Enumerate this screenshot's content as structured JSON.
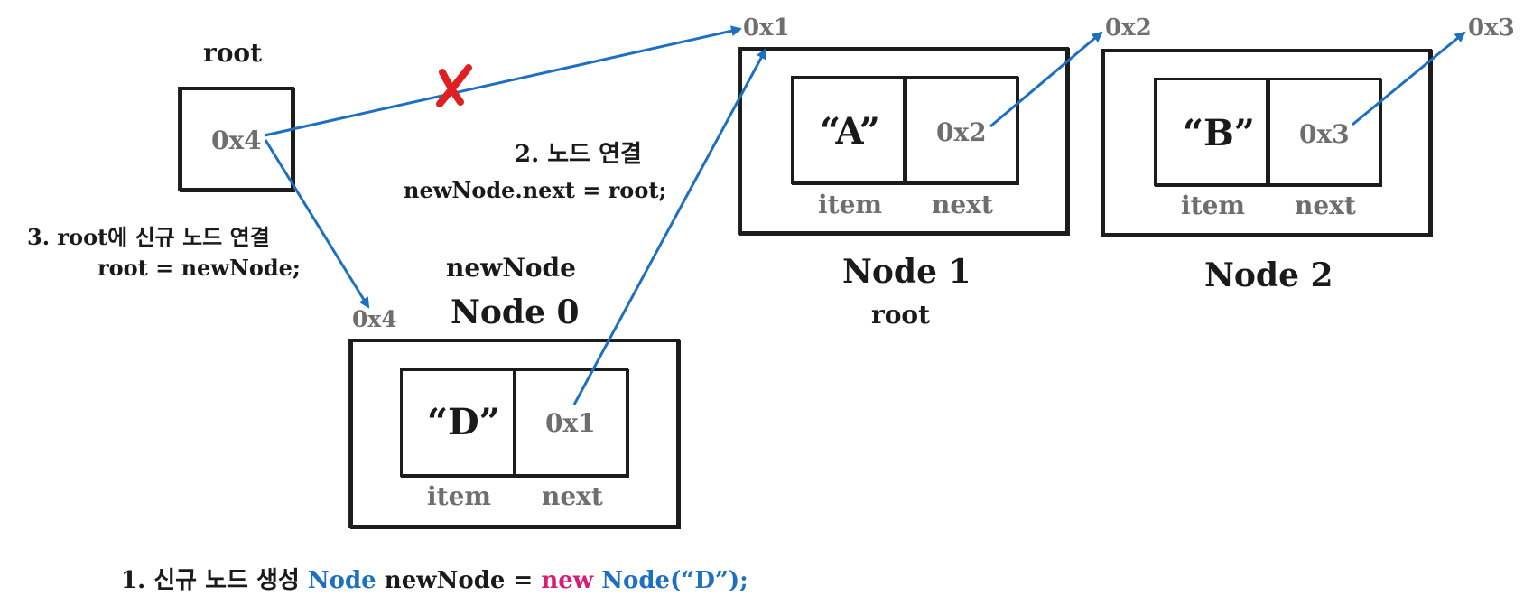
{
  "root": {
    "title": "root",
    "value": "0x4"
  },
  "node0": {
    "var_label": "newNode",
    "title": "Node 0",
    "address": "0x4",
    "item_value": "“D”",
    "next_value": "0x1",
    "item_label": "item",
    "next_label": "next"
  },
  "node1": {
    "title": "Node 1",
    "subtitle": "root",
    "address": "0x1",
    "item_value": "“A”",
    "next_value": "0x2",
    "item_label": "item",
    "next_label": "next"
  },
  "node2": {
    "title": "Node 2",
    "address": "0x2",
    "item_value": "“B”",
    "next_value": "0x3",
    "item_label": "item",
    "next_label": "next",
    "next_target": "0x3"
  },
  "step1": {
    "label": "1. 신규 노드 생성",
    "code_type": "Node",
    "code_var": "newNode =",
    "code_new": "new",
    "code_ctor": "Node(“D”);"
  },
  "step2": {
    "label": "2. 노드 연결",
    "code": "newNode.next = root;"
  },
  "step3": {
    "label": "3. root에 신규 노드 연결",
    "code": "root = newNode;"
  },
  "colors": {
    "arrow": "#1f6fbf",
    "keyword_blue": "#1f6fbf",
    "keyword_pink": "#d81b74",
    "cross": "#e02020"
  }
}
